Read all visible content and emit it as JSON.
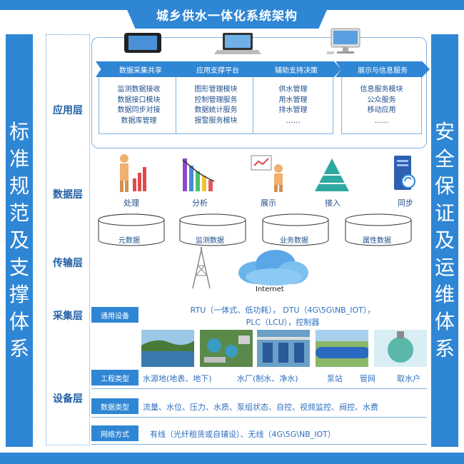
{
  "title": "城乡供水一体化系统架构",
  "left_side": [
    "标",
    "准",
    "规",
    "范",
    "及",
    "支",
    "撑",
    "体",
    "系"
  ],
  "right_side": [
    "安",
    "全",
    "保",
    "证",
    "及",
    "运",
    "维",
    "体",
    "系"
  ],
  "layers": {
    "application": "应用层",
    "data": "数据层",
    "transport": "传输层",
    "collection": "采集层",
    "equipment": "设备层"
  },
  "app_modules": [
    {
      "head": "数据采集共享",
      "items": [
        "监测数据接收",
        "数据接口模块",
        "数据同步对接",
        "数据库管理"
      ]
    },
    {
      "head": "应用支撑平台",
      "items": [
        "图形管理模块",
        "控制管理服务",
        "数据统计服务",
        "报警服务模块"
      ]
    },
    {
      "head": "辅助支持决策",
      "items": [
        "供水管理",
        "用水管理",
        "排水管理",
        "……"
      ]
    },
    {
      "head": "展示与信息服务",
      "items": [
        "信息服务模块",
        "公众服务",
        "移动应用",
        "……"
      ]
    }
  ],
  "data_icons": [
    {
      "label": "处理",
      "icon": "chart-person-icon"
    },
    {
      "label": "分析",
      "icon": "bar-chart-icon"
    },
    {
      "label": "展示",
      "icon": "presentation-icon"
    },
    {
      "label": "接入",
      "icon": "pyramid-icon"
    },
    {
      "label": "同步",
      "icon": "server-sync-icon"
    }
  ],
  "databases": [
    "元数据",
    "监测数据",
    "业务数据",
    "属性数据"
  ],
  "internet_label": "Internet",
  "collection": {
    "tab": "通用设备",
    "line1": "RTU（一体式、低功耗）， DTU（4G\\5G\\NB_IOT），",
    "line2": "PLC（LCU），控制器"
  },
  "equipment": {
    "engineering_tab": "工程类型",
    "engineering_items": [
      "水源地(地表、地下)",
      "水厂(制水、净水)",
      "泵站",
      "管网",
      "取水户"
    ],
    "data_tab": "数据类型",
    "data_text": "流量、水位、压力、水质、泵组状态、自控、视频监控、阀控、水费",
    "network_tab": "网络方式",
    "network_text": "有线（光纤租赁或自铺设）、无线（4G\\5G\\NB_IOT）"
  },
  "colors": {
    "primary": "#2f86d4",
    "text_blue": "#2f6fc0",
    "border": "#7fb2e2"
  }
}
